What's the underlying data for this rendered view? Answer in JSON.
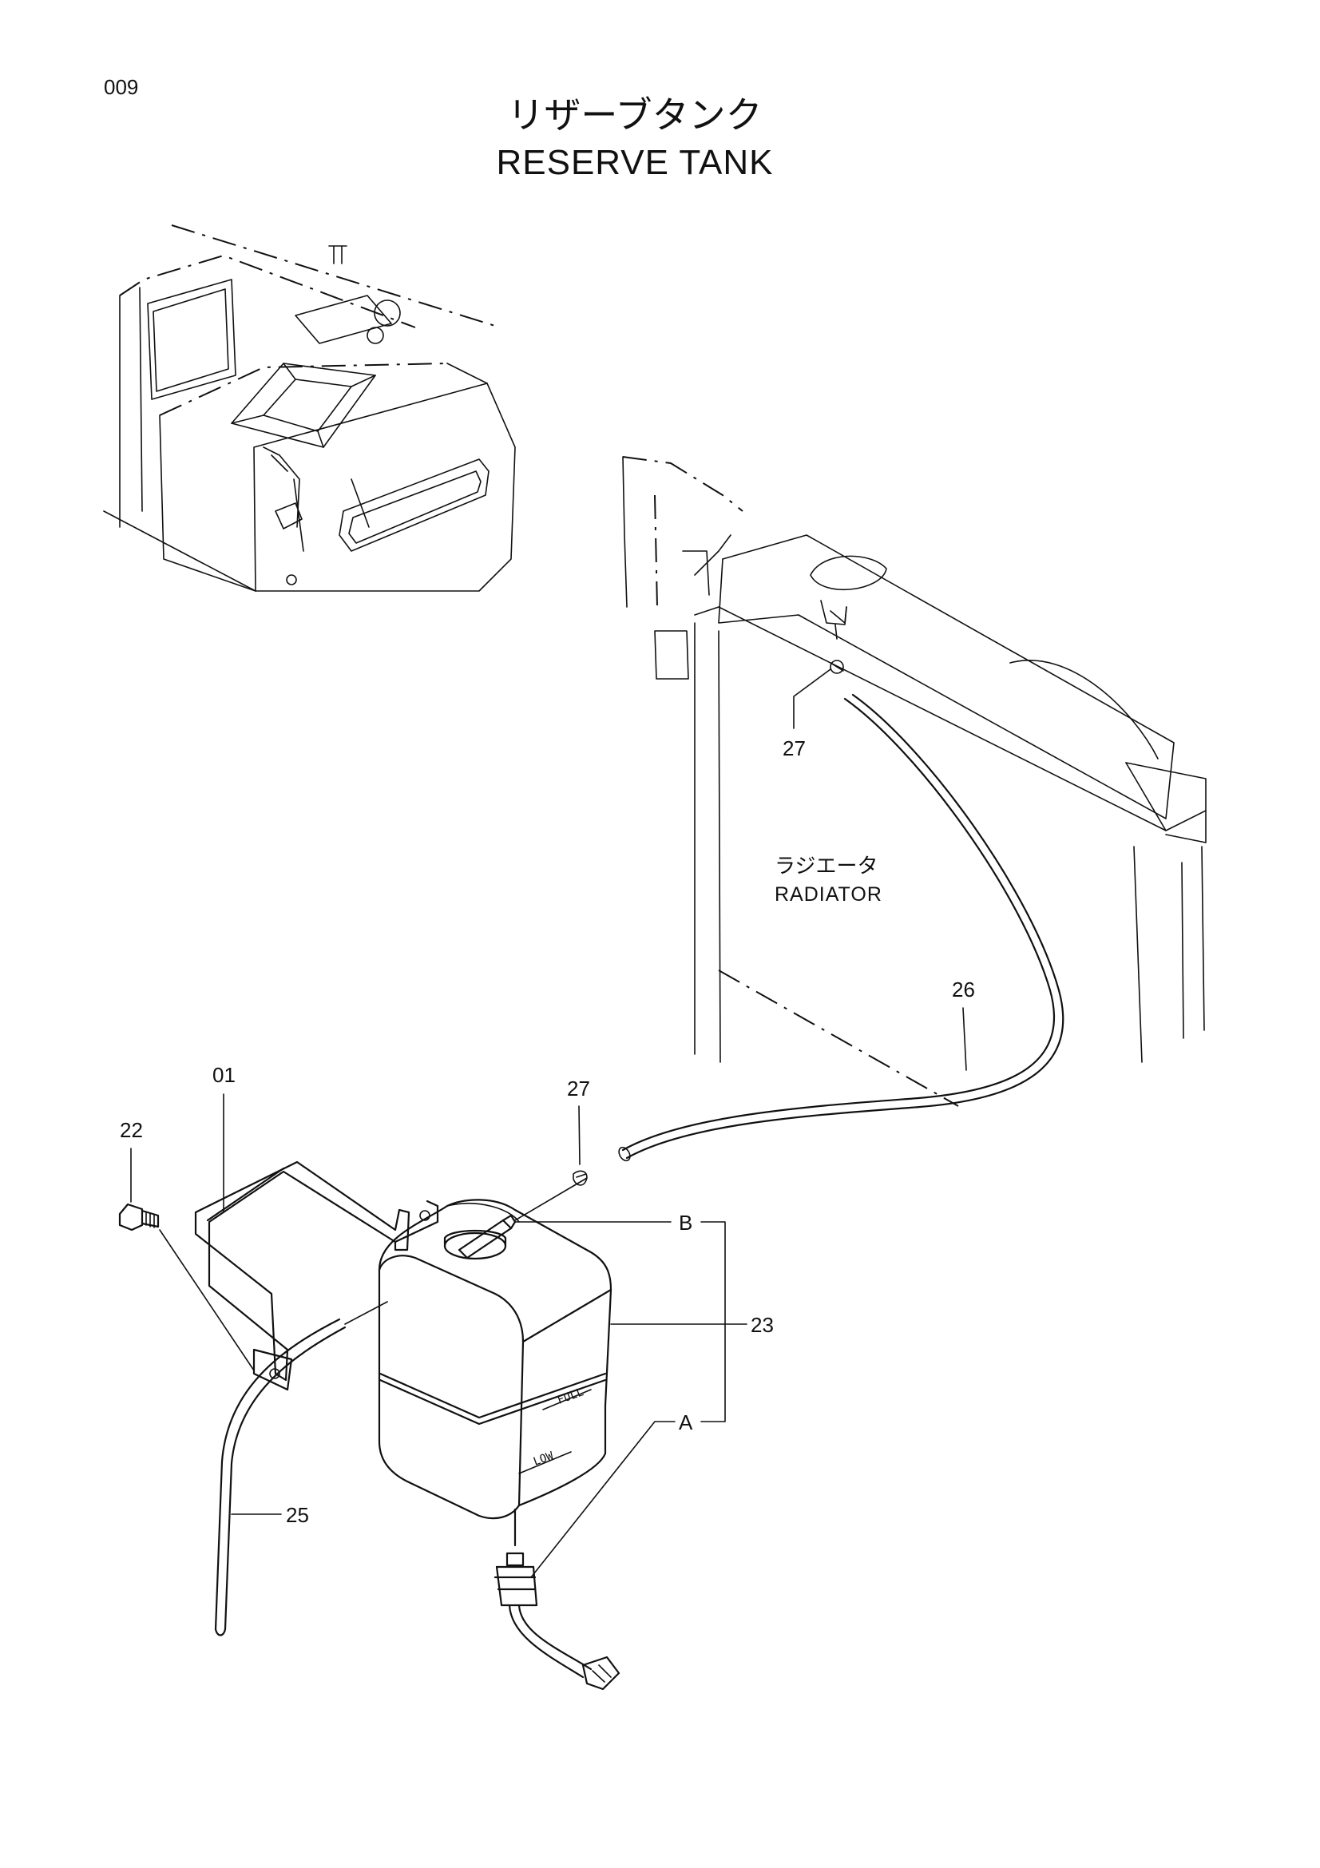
{
  "page": {
    "number": "009",
    "title_jp": "リザーブタンク",
    "title_en": "RESERVE TANK"
  },
  "radiator_label": {
    "jp": "ラジエータ",
    "en": "RADIATOR"
  },
  "callouts": {
    "c01": "01",
    "c22": "22",
    "c23": "23",
    "c25": "25",
    "c26": "26",
    "c27_top": "27",
    "c27_mid": "27",
    "cA": "A",
    "cB": "B"
  },
  "tank_marks": {
    "full": "FULL",
    "low": "LOW"
  }
}
